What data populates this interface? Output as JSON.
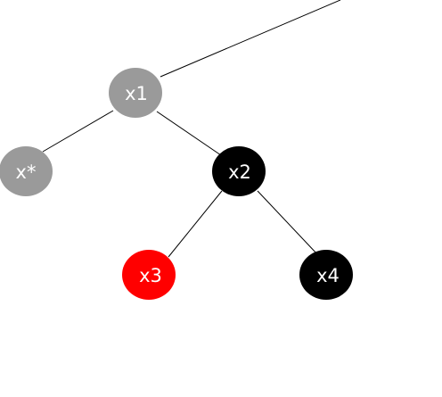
{
  "diagram": {
    "nodes": [
      {
        "id": "x1",
        "label": "x1",
        "color": "#9a9a9a"
      },
      {
        "id": "xstar",
        "label": "x*",
        "color": "#9a9a9a"
      },
      {
        "id": "x2",
        "label": "x2",
        "color": "#000000"
      },
      {
        "id": "x3",
        "label": "x3",
        "color": "#ff0000"
      },
      {
        "id": "x4",
        "label": "x4",
        "color": "#000000"
      }
    ],
    "edges": [
      {
        "from": "parent-offscreen",
        "to": "x1"
      },
      {
        "from": "x1",
        "to": "xstar"
      },
      {
        "from": "x1",
        "to": "x2"
      },
      {
        "from": "x2",
        "to": "x3"
      },
      {
        "from": "x2",
        "to": "x4"
      }
    ]
  }
}
